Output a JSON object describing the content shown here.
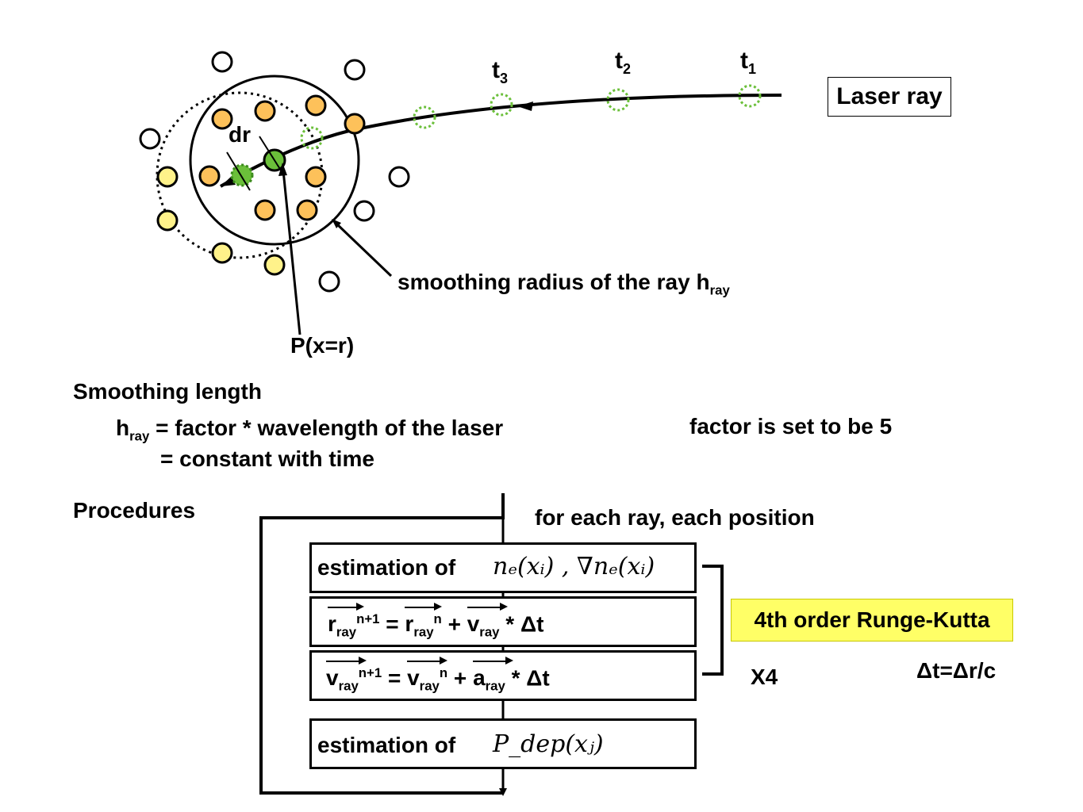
{
  "diagram": {
    "ray_label": "Laser ray",
    "time_labels": {
      "t1": "t",
      "t1_sub": "1",
      "t2": "t",
      "t2_sub": "2",
      "t3": "t",
      "t3_sub": "3"
    },
    "dr_label": "dr",
    "smoothing_label": "smoothing radius of the ray h",
    "smoothing_sub": "ray",
    "p_label": "P(x=r)"
  },
  "smoothing": {
    "heading": "Smoothing length",
    "line1_h": "h",
    "line1_sub": "ray",
    "line1_rest": " = factor * wavelength of the laser",
    "line2": "= constant with time",
    "factor_note": "factor is set to be 5"
  },
  "procedures": {
    "heading": "Procedures",
    "loop_note": "for each ray, each position",
    "step1_prefix": "estimation of",
    "step1_math": "nₑ(xᵢ) , ∇nₑ(xᵢ)",
    "step2": {
      "lhs": "r",
      "lhs_sub": "ray",
      "lhs_sup": "n+1",
      "eq": "=",
      "r": "r",
      "r_sub": "ray",
      "r_sup": "n",
      "plus": "+",
      "v": "v",
      "v_sub": "ray",
      "tail": "* Δt"
    },
    "step3": {
      "lhs": "v",
      "lhs_sub": "ray",
      "lhs_sup": "n+1",
      "eq": "=",
      "v": "v",
      "v_sub": "ray",
      "v_sup": "n",
      "plus": "+",
      "a": "a",
      "a_sub": "ray",
      "tail": "* Δt"
    },
    "step4_prefix": "estimation of",
    "step4_math": "P_dep(xⱼ)",
    "rk_label": "4th order Runge-Kutta",
    "x4_label": "X4",
    "dt_label": "Δt=Δr/c"
  },
  "colors": {
    "orange": "#FDC15A",
    "yellow": "#FFF28A",
    "green": "#6BBF3A",
    "rk_bg": "#FFFF66"
  }
}
